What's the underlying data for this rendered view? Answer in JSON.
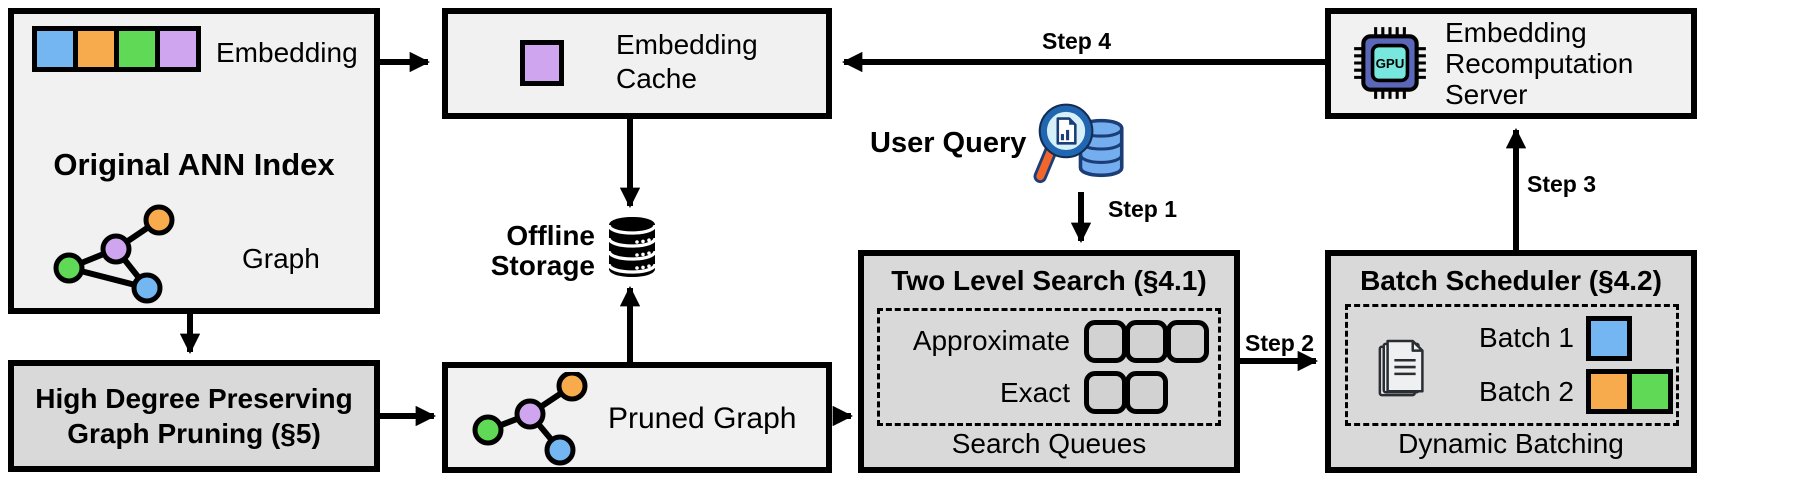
{
  "colors": {
    "blue": "#74b6f2",
    "orange": "#f7ab4c",
    "green": "#5fd956",
    "purple": "#cfa5f0"
  },
  "ann_index": {
    "title": "Original ANN Index",
    "embedding_label": "Embedding",
    "embedding_colors": [
      "blue",
      "orange",
      "green",
      "purple"
    ],
    "graph_label": "Graph"
  },
  "embedding_cache": {
    "label": "Embedding Cache",
    "colors": [
      "purple"
    ]
  },
  "recomputation_server": {
    "label": "Embedding Recomputation Server",
    "chip_label": "GPU"
  },
  "offline_storage": {
    "label": "Offline Storage"
  },
  "user_query": {
    "label": "User Query"
  },
  "steps": [
    "Step 1",
    "Step 2",
    "Step 3",
    "Step 4"
  ],
  "two_level_search": {
    "title": "Two Level Search (§4.1)",
    "rows": [
      {
        "label": "Approximate",
        "queue_count": 3
      },
      {
        "label": "Exact",
        "queue_count": 2
      }
    ],
    "caption": "Search Queues"
  },
  "batch_scheduler": {
    "title": "Batch Scheduler (§4.2)",
    "rows": [
      {
        "label": "Batch 1",
        "colors": [
          "blue"
        ]
      },
      {
        "label": "Batch 2",
        "colors": [
          "orange",
          "green"
        ]
      }
    ],
    "caption": "Dynamic Batching"
  },
  "graph_pruning": {
    "title": "High Degree Preserving Graph Pruning (§5)"
  },
  "pruned_graph": {
    "label": "Pruned Graph"
  }
}
